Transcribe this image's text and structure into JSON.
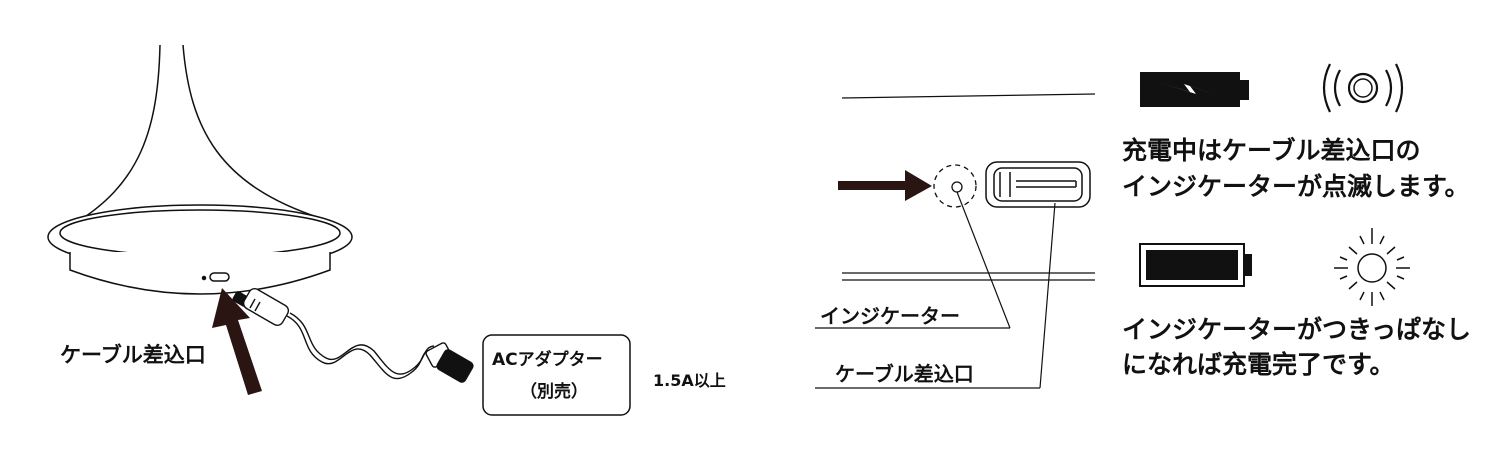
{
  "labels": {
    "cable_port_left": "ケーブル差込口",
    "adapter_line1": "ACアダプター",
    "adapter_line2": "（別売）",
    "adapter_current": "1.5A以上",
    "indicator": "インジケーター",
    "cable_port_right": "ケーブル差込口"
  },
  "notes": {
    "charging_line1": "充電中はケーブル差込口の",
    "charging_line2": "インジケーターが点滅します。",
    "complete_line1": "インジケーターがつきっぱなし",
    "complete_line2": "になれば充電完了です。"
  },
  "icons": {
    "charging_battery": "battery-charging-icon",
    "blinking_light": "blinking-light-icon",
    "full_battery": "battery-full-icon",
    "steady_light": "steady-light-icon"
  },
  "colors": {
    "ink": "#111111",
    "arrow": "#2a1512"
  }
}
